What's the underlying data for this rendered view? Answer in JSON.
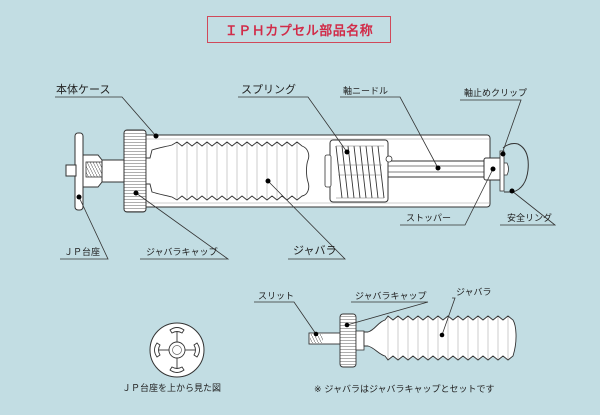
{
  "title": "ＩＰＨカプセル部品名称",
  "main_diagram": {
    "labels": {
      "body_case": "本体ケース",
      "spring": "スプリング",
      "shaft_needle": "軸ニードル",
      "shaft_clip": "軸止めクリップ",
      "stopper": "ストッパー",
      "safety_ring": "安全リング",
      "jp_base": "ＪＰ台座",
      "bellows_cap": "ジャバラキャップ",
      "bellows": "ジャバラ"
    }
  },
  "top_view": {
    "caption": "ＪＰ台座を上から見た図"
  },
  "sub_diagram": {
    "labels": {
      "slit": "スリット",
      "bellows_cap": "ジャバラキャップ",
      "bellows": "ジャバラ"
    },
    "note": "※ ジャバラはジャバラキャップとセットです"
  },
  "colors": {
    "background": "#c2dde3",
    "title_red": "#d12c49",
    "title_border": "#d0495a",
    "line": "#333333",
    "part_fill": "#ffffff"
  }
}
